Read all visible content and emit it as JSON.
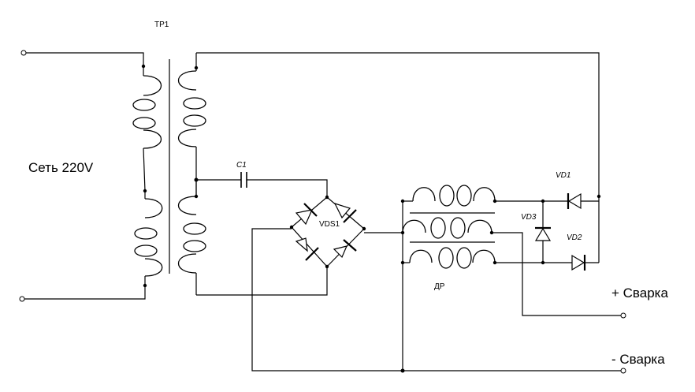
{
  "labels": {
    "transformer": "TP1",
    "mains": "Сеть 220V",
    "capacitor": "C1",
    "bridge": "VDS1",
    "choke": "ДР",
    "diode1": "VD1",
    "diode2": "VD2",
    "diode3": "VD3",
    "plus_out": "+ Сварка",
    "minus_out": "- Сварка"
  }
}
